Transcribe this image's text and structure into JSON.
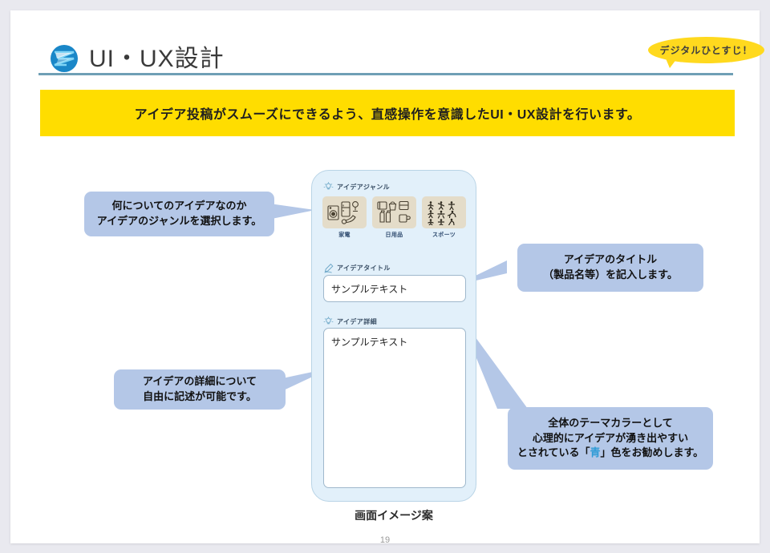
{
  "header": {
    "title": "UI・UX設計",
    "logo_icon": "company-logo-icon",
    "badge": "デジタルひとすじ！"
  },
  "banner": {
    "text": "アイデア投稿がスムーズにできるよう、直感操作を意識したUI・UX設計を行います。"
  },
  "mockup": {
    "caption": "画面イメージ案",
    "genre": {
      "label": "アイデアジャンル",
      "label_icon": "lightbulb-icon",
      "items": [
        {
          "name": "家電",
          "icon": "home-appliances-icon"
        },
        {
          "name": "日用品",
          "icon": "daily-goods-icon"
        },
        {
          "name": "スポーツ",
          "icon": "sports-icon"
        }
      ]
    },
    "title_field": {
      "label": "アイデアタイトル",
      "label_icon": "pencil-icon",
      "value": "サンプルテキスト"
    },
    "detail_field": {
      "label": "アイデア詳細",
      "label_icon": "lightbulb-icon",
      "value": "サンプルテキスト"
    }
  },
  "callouts": {
    "genre": {
      "line1": "何についてのアイデアなのか",
      "line2": "アイデアのジャンルを選択します。"
    },
    "title": {
      "line1": "アイデアのタイトル",
      "line2": "（製品名等）を記入します。"
    },
    "detail": {
      "line1": "アイデアの詳細について",
      "line2": "自由に記述が可能です。"
    },
    "theme": {
      "line1": "全体のテーマカラーとして",
      "line2": "心理的にアイデアが湧き出やすい",
      "line3_pre": "とされている「",
      "line3_hl": "青",
      "line3_post": "」色をお勧めします。"
    }
  },
  "footer": {
    "page_number": "19"
  },
  "colors": {
    "banner": "#ffdd00",
    "badge": "#ffd91e",
    "callout": "#b4c7e7",
    "phone_bg": "#e2f0fa",
    "rule": "#6f9fb5",
    "highlight_blue": "#2e9bd6",
    "tile": "#e4dcc9"
  }
}
